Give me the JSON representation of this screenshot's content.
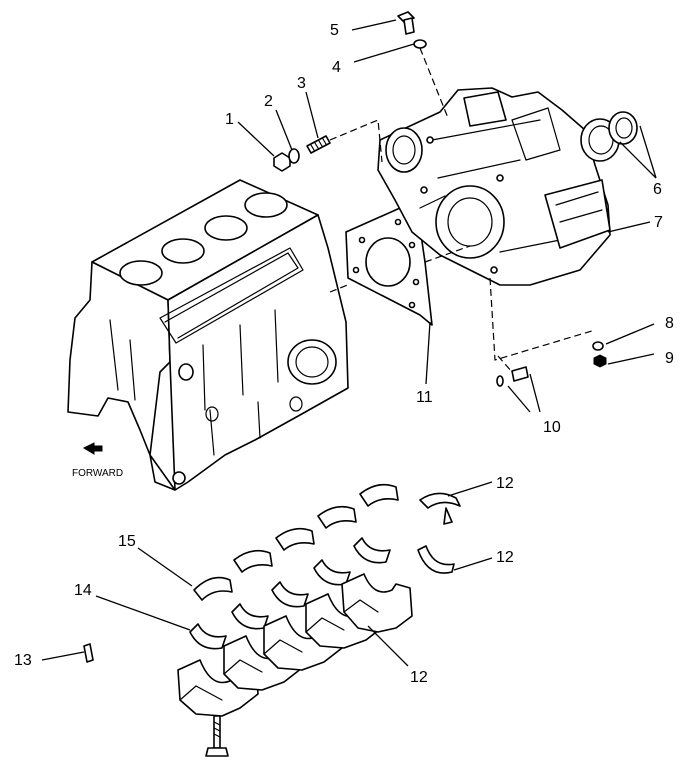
{
  "callouts": {
    "c1": "1",
    "c2": "2",
    "c3": "3",
    "c4": "4",
    "c5": "5",
    "c6": "6",
    "c7": "7",
    "c8": "8",
    "c9": "9",
    "c10": "10",
    "c11": "11",
    "c12a": "12",
    "c12b": "12",
    "c12c": "12",
    "c13": "13",
    "c14": "14",
    "c15": "15"
  },
  "labels": {
    "forward": "FORWARD"
  }
}
